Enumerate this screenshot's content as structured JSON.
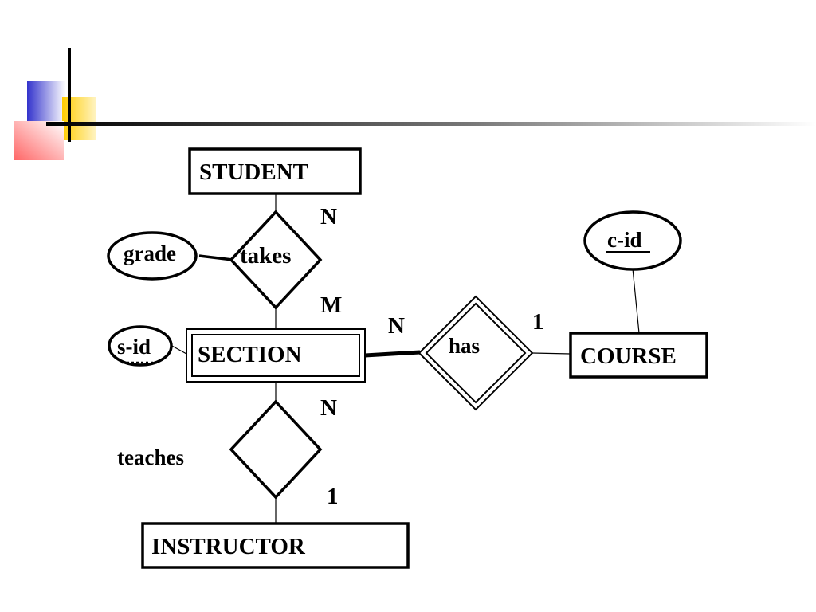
{
  "slide": {
    "decor_colors": {
      "blue": "#3333cc",
      "yellow": "#ffcc00",
      "red": "#ff3333",
      "line": "#000000"
    }
  },
  "diagram": {
    "entities": {
      "student": "STUDENT",
      "section": "SECTION",
      "course": "COURSE",
      "instructor": "INSTRUCTOR"
    },
    "relationships": {
      "takes": "takes",
      "has": "has",
      "teaches": "teaches"
    },
    "attributes": {
      "grade": "grade",
      "c_id": "c-id",
      "s_id": "s-id"
    },
    "cardinalities": {
      "student_takes": "N",
      "takes_section": "M",
      "section_has": "N",
      "has_course": "1",
      "section_teaches": "N",
      "teaches_instructor": "1"
    }
  }
}
